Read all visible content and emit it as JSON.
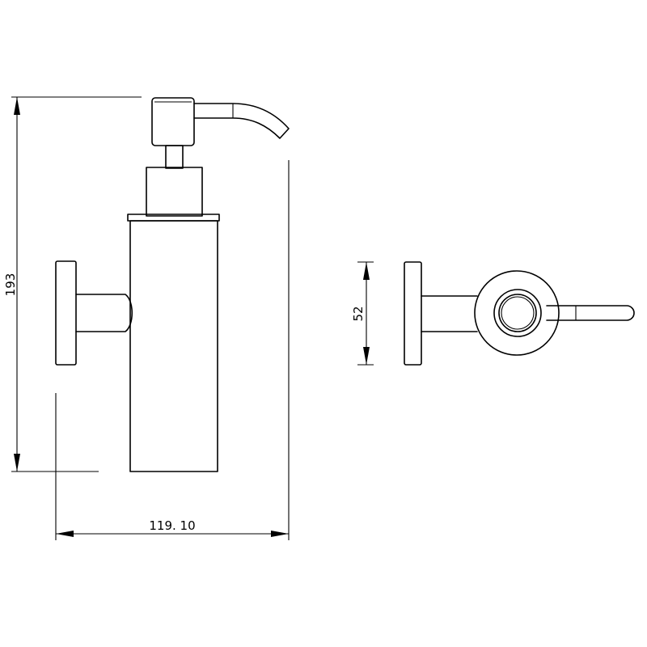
{
  "dimensions": {
    "height_label": "193",
    "width_label": "119. 10",
    "depth_label": "52"
  },
  "colors": {
    "line": "#000000",
    "background": "#ffffff"
  }
}
